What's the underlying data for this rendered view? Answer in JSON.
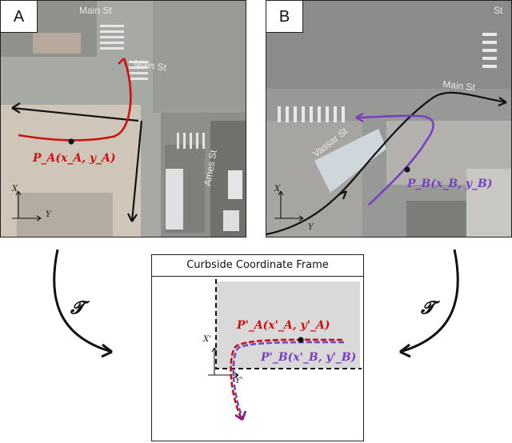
{
  "panel_a": {
    "tag": "A",
    "street_top": "Main St",
    "street_mid": "Main St",
    "street_side": "Ames St",
    "point_label": "P_A(x_A, y_A)",
    "axis_x": "X",
    "axis_y": "Y"
  },
  "panel_b": {
    "tag": "B",
    "street_corner": "St",
    "street_main": "Main St",
    "street_side": "Vassar St",
    "point_label": "P_B(x_B, y_B)",
    "axis_x": "X",
    "axis_y": "Y"
  },
  "frame": {
    "title": "Curbside Coordinate Frame",
    "axis_x": "X'",
    "axis_y": "Y'",
    "label_a": "P'_A(x'_A, y'_A)",
    "label_b": "P'_B(x'_B, y'_B)"
  },
  "transform_symbol": "𝓣",
  "colors": {
    "red_path": "#cc1111",
    "purple_path": "#7a3fc0",
    "curb_line": "#111111",
    "frame_fill": "#d9d9d9"
  }
}
